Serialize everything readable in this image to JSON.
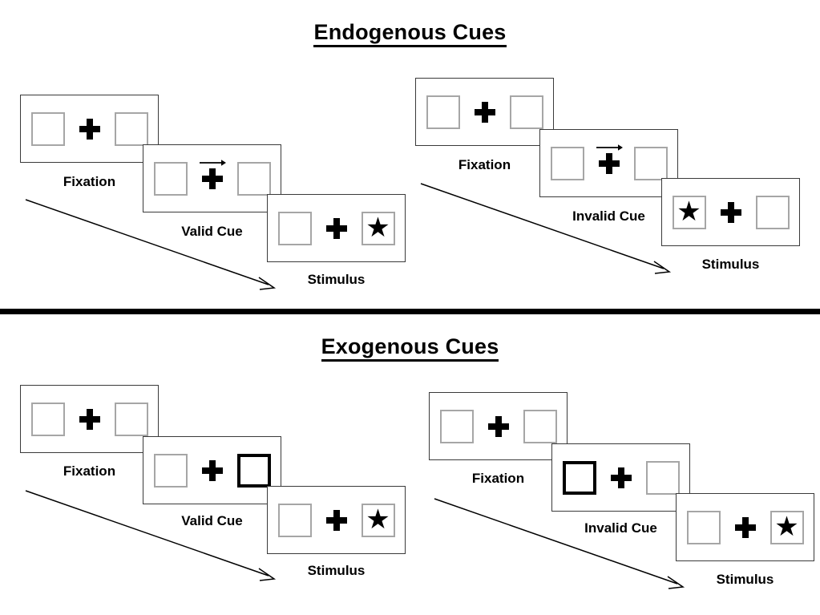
{
  "figure": {
    "divider_color": "#000000",
    "box_border_color": "#a6a6a6",
    "highlight_border_color": "#000000",
    "panel_border_color": "#3a3a3a",
    "stimulus_glyph": "★"
  },
  "sections": [
    {
      "title": "Endogenous Cues",
      "sequences": [
        {
          "name": "endogenous-valid",
          "panels": [
            {
              "label": "Fixation",
              "cue": "none",
              "left_content": "empty",
              "right_content": "empty"
            },
            {
              "label": "Valid Cue",
              "cue": "arrow-right",
              "left_content": "empty",
              "right_content": "empty"
            },
            {
              "label": "Stimulus",
              "cue": "none",
              "left_content": "empty",
              "right_content": "star"
            }
          ]
        },
        {
          "name": "endogenous-invalid",
          "panels": [
            {
              "label": "Fixation",
              "cue": "none",
              "left_content": "empty",
              "right_content": "empty"
            },
            {
              "label": "Invalid Cue",
              "cue": "arrow-right",
              "left_content": "empty",
              "right_content": "empty"
            },
            {
              "label": "Stimulus",
              "cue": "none",
              "left_content": "star",
              "right_content": "empty"
            }
          ]
        }
      ]
    },
    {
      "title": "Exogenous Cues",
      "sequences": [
        {
          "name": "exogenous-valid",
          "panels": [
            {
              "label": "Fixation",
              "cue": "none",
              "left_content": "empty",
              "right_content": "empty"
            },
            {
              "label": "Valid Cue",
              "cue": "highlight-right",
              "left_content": "empty",
              "right_content": "empty"
            },
            {
              "label": "Stimulus",
              "cue": "none",
              "left_content": "empty",
              "right_content": "star"
            }
          ]
        },
        {
          "name": "exogenous-invalid",
          "panels": [
            {
              "label": "Fixation",
              "cue": "none",
              "left_content": "empty",
              "right_content": "empty"
            },
            {
              "label": "Invalid Cue",
              "cue": "highlight-left",
              "left_content": "empty",
              "right_content": "empty"
            },
            {
              "label": "Stimulus",
              "cue": "none",
              "left_content": "empty",
              "right_content": "star"
            }
          ]
        }
      ]
    }
  ]
}
